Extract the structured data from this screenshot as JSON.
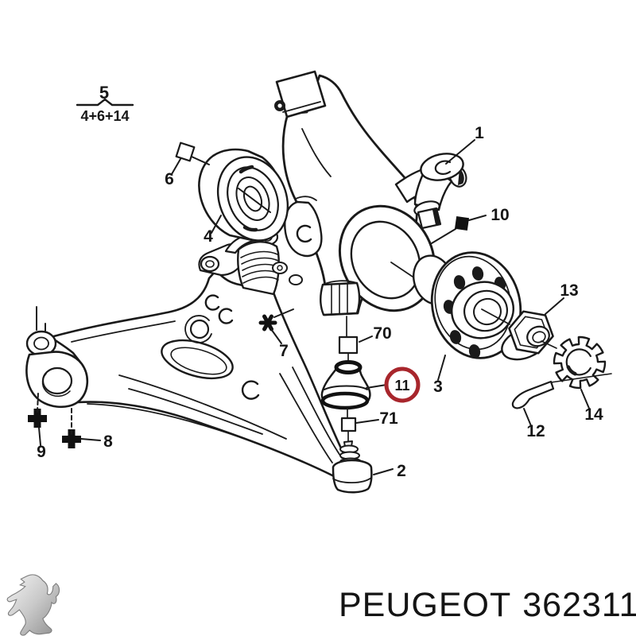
{
  "diagram": {
    "title_hint": "exploded suspension knuckle and hub parts diagram",
    "group_label": {
      "numerator": "5",
      "denominator": "4+6+14"
    },
    "callouts": {
      "n1": "1",
      "n2": "2",
      "n3": "3",
      "n4": "4",
      "n6": "6",
      "n7": "7",
      "n8": "8",
      "n9": "9",
      "n10": "10",
      "n11": "11",
      "n12": "12",
      "n13": "13",
      "n14": "14",
      "n70": "70",
      "n71": "71"
    },
    "highlighted_callout": "11",
    "highlight_color": "#a8262c",
    "line_color": "#1a1a1a"
  },
  "footer": {
    "brand": "PEUGEOT",
    "part_number": "362311",
    "logo_icon": "peugeot-lion"
  }
}
